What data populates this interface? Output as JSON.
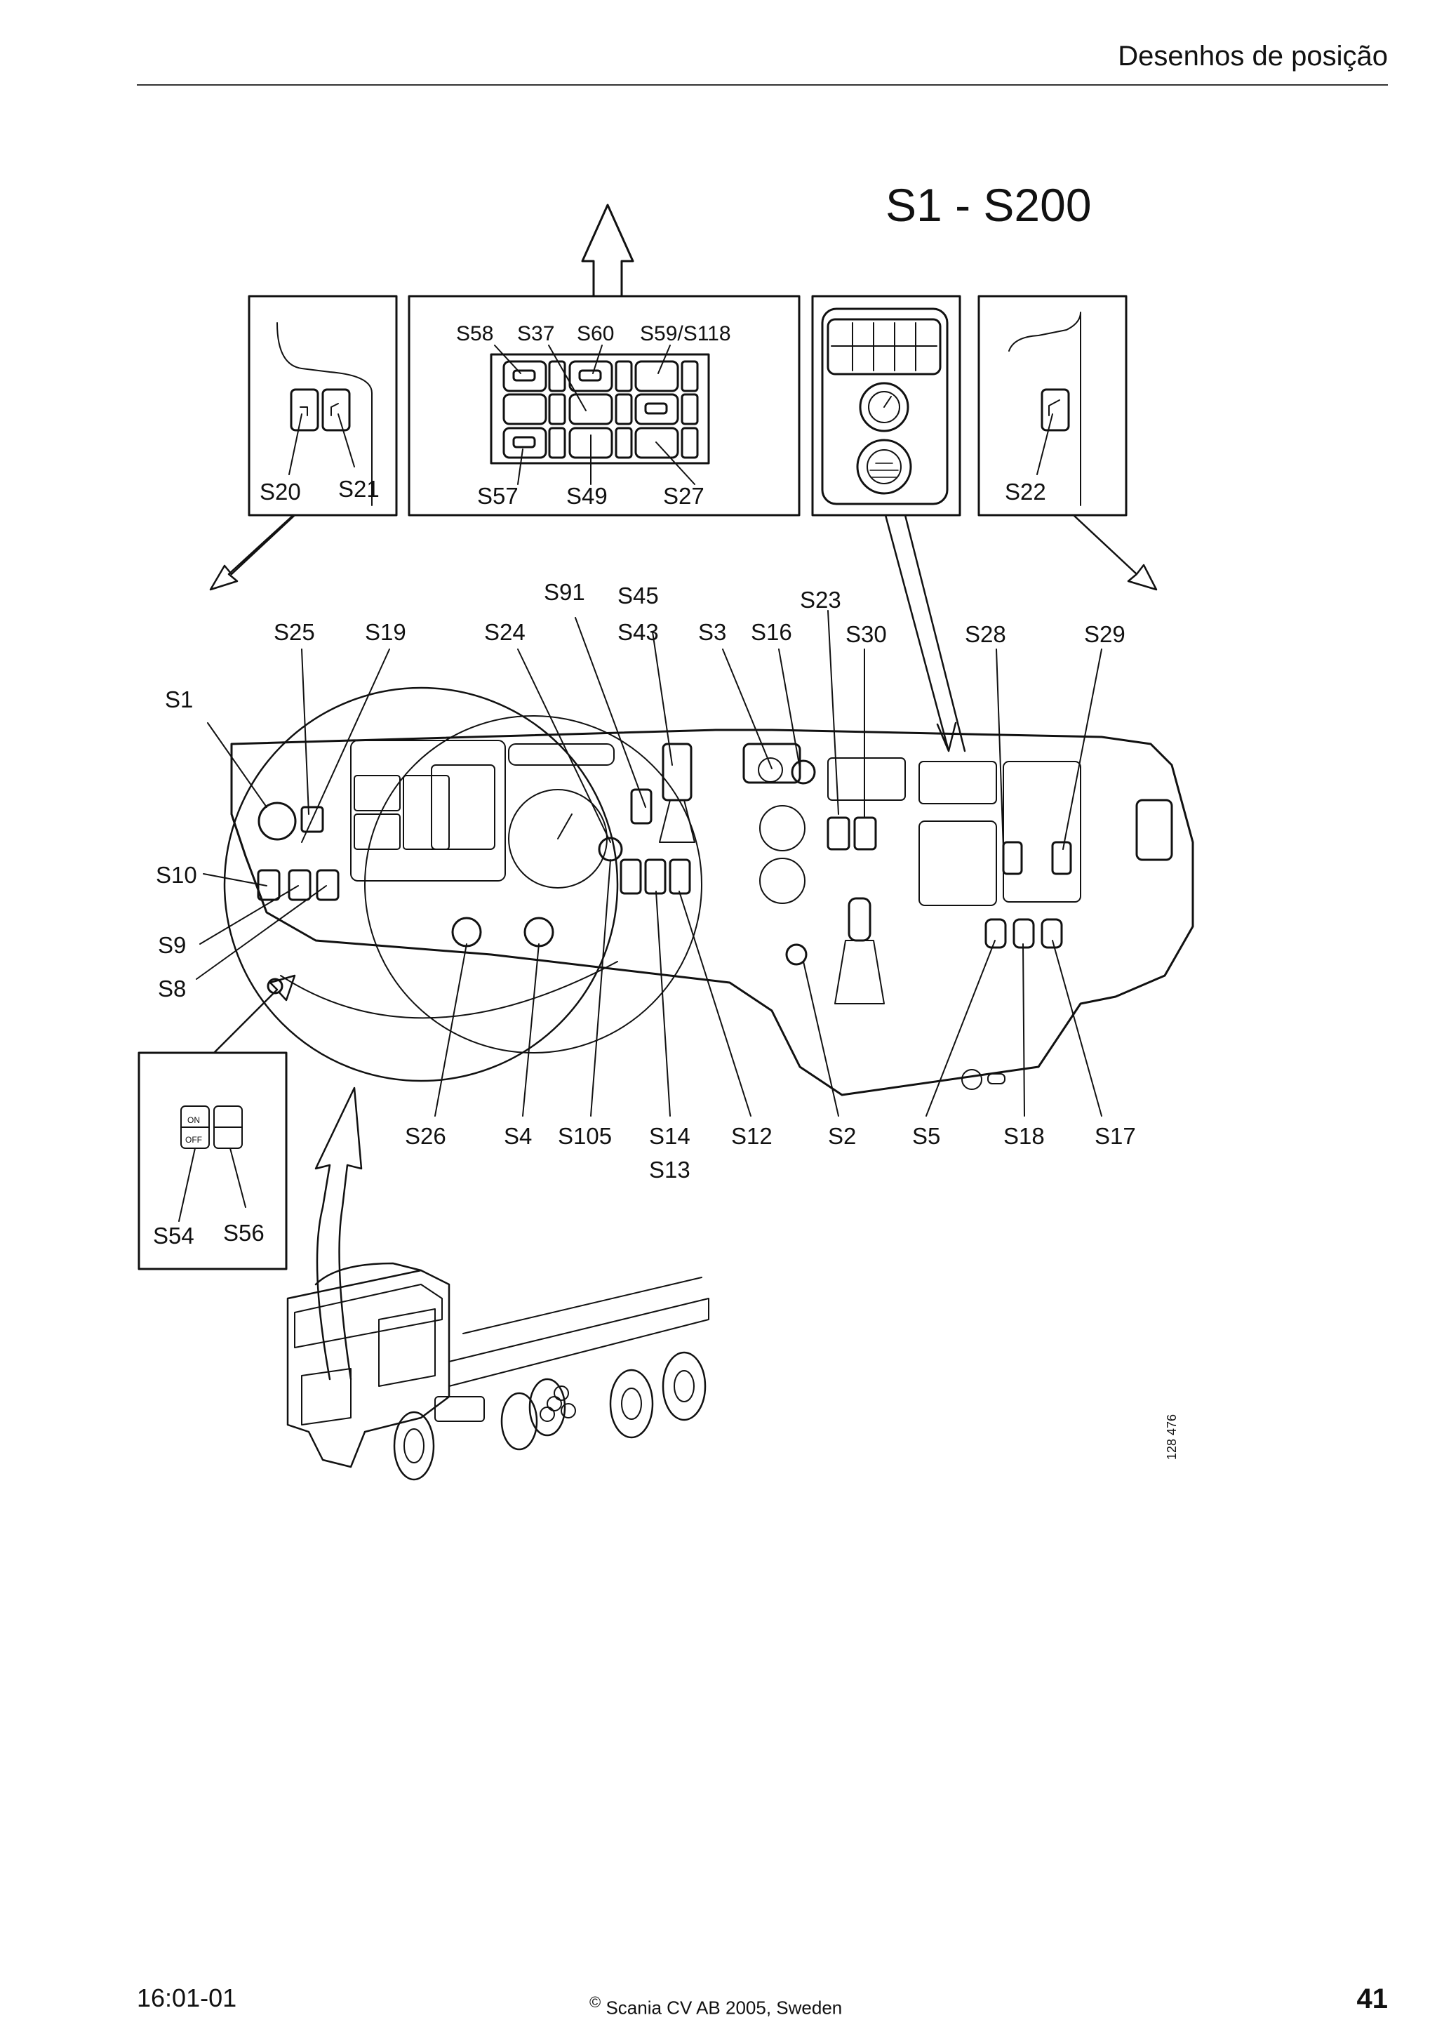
{
  "header": {
    "title": "Desenhos de posição"
  },
  "figure": {
    "title": "S1 - S200",
    "drawing_number": "128 476",
    "labels": {
      "S20": "S20",
      "S21": "S21",
      "S58": "S58",
      "S37": "S37",
      "S60": "S60",
      "S59_S118": "S59/S118",
      "S57": "S57",
      "S49": "S49",
      "S27": "S27",
      "S22": "S22",
      "S91": "S91",
      "S45": "S45",
      "S23": "S23",
      "S25": "S25",
      "S19": "S19",
      "S24": "S24",
      "S43": "S43",
      "S3": "S3",
      "S16": "S16",
      "S30": "S30",
      "S28": "S28",
      "S29": "S29",
      "S1": "S1",
      "S10": "S10",
      "S9": "S9",
      "S8": "S8",
      "S26": "S26",
      "S4": "S4",
      "S105": "S105",
      "S14": "S14",
      "S13": "S13",
      "S12": "S12",
      "S2": "S2",
      "S5": "S5",
      "S18": "S18",
      "S17": "S17",
      "S54": "S54",
      "S56": "S56",
      "on": "ON",
      "off": "OFF"
    }
  },
  "footer": {
    "code": "16:01-01",
    "copyright_symbol": "©",
    "copyright": "Scania CV AB 2005, Sweden",
    "page": "41"
  }
}
